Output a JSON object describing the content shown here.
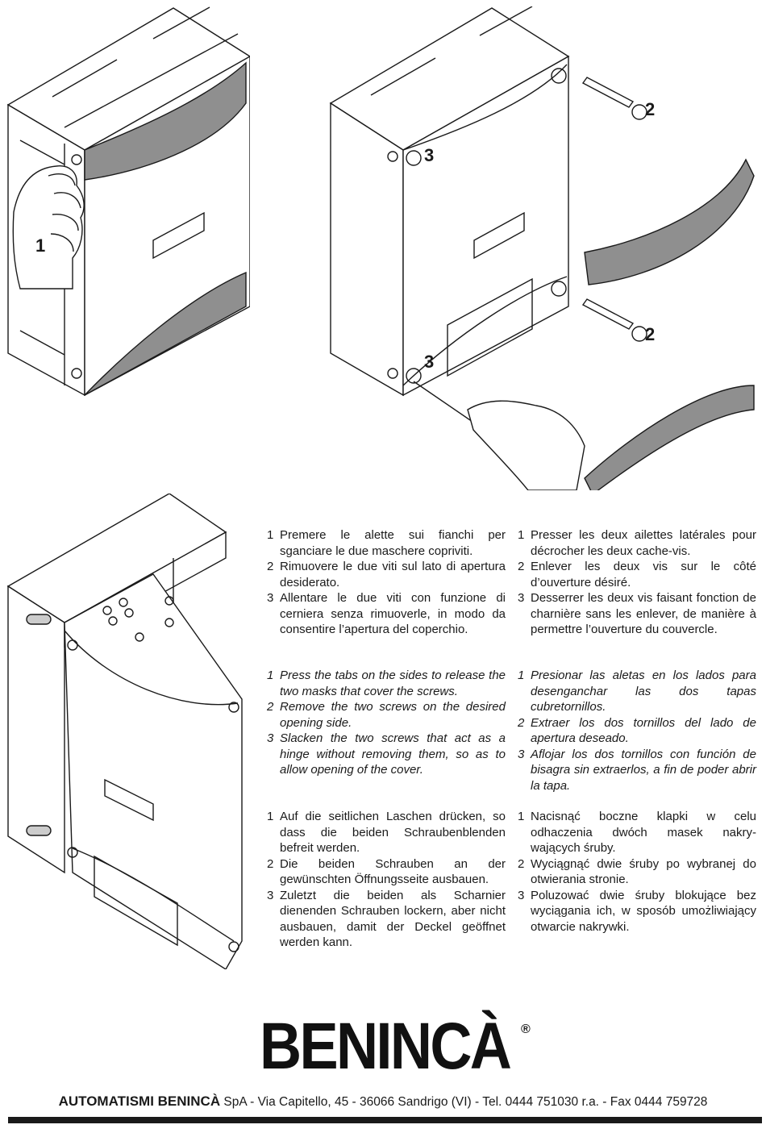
{
  "callouts": {
    "hand_tabs": "1",
    "screw_top": "2",
    "screw_bottom": "2",
    "hinge_top": "3",
    "hinge_bottom": "3"
  },
  "instructions": {
    "it": [
      {
        "n": "1",
        "text": "Premere le alette sui fianchi per sganciare le due maschere copriviti."
      },
      {
        "n": "2",
        "text": "Rimuovere le due viti sul lato di apertura desiderato."
      },
      {
        "n": "3",
        "text": "Allentare le due viti con funzione di cerniera senza rimuoverle, in modo da consentire l’apertura del coperchio."
      }
    ],
    "fr": [
      {
        "n": "1",
        "text": "Presser les deux ailettes latérales pour décrocher les deux cache-vis."
      },
      {
        "n": "2",
        "text": "Enlever les deux vis sur le côté d’ouverture désiré."
      },
      {
        "n": "3",
        "text": "Desserrer les deux vis faisant fonction de charnière sans les enlever, de manière à permettre l’ouverture du couvercle."
      }
    ],
    "en": [
      {
        "n": "1",
        "text": "Press the tabs on the sides to release the two masks that cover the screws."
      },
      {
        "n": "2",
        "text": "Remove the two screws on the desired opening side."
      },
      {
        "n": "3",
        "text": "Slacken the two screws that act as a hinge without removing them, so as to allow opening of the cover."
      }
    ],
    "es": [
      {
        "n": "1",
        "text": "Presionar las aletas en los lados para desenganchar las dos tapas cubretornillos."
      },
      {
        "n": "2",
        "text": "Extraer los dos tornillos del lado de apertura deseado."
      },
      {
        "n": "3",
        "text": "Aflojar los dos tornillos con función de bisagra sin extraerlos, a fin de poder abrir la tapa."
      }
    ],
    "de": [
      {
        "n": "1",
        "text": "Auf die seitlichen Laschen drücken, so dass die beiden Schraubenblenden befreit werden."
      },
      {
        "n": "2",
        "text": "Die beiden Schrauben an der gewünschten Öffnungsseite ausbauen."
      },
      {
        "n": "3",
        "text": "Zuletzt die beiden als Scharnier dienenden Schrauben lockern, aber nicht ausbauen, damit der Deckel geöffnet werden kann."
      }
    ],
    "pl": [
      {
        "n": "1",
        "text": "Nacisnąć boczne klapki w celu odhaczenia dwóch masek nakry-wających śruby."
      },
      {
        "n": "2",
        "text": "Wyciągnąć dwie śruby po wybranej do otwierania stronie."
      },
      {
        "n": "3",
        "text": "Poluzować dwie śruby blokujące bez wyciągania ich, w sposób umożliwiający otwarcie nakrywki."
      }
    ]
  },
  "brand": {
    "logo": "BENINCÀ",
    "registered": "®"
  },
  "footer": {
    "company": "AUTOMATISMI BENINCÀ",
    "rest": " SpA - Via Capitello, 45 - 36066 Sandrigo (VI) - Tel. 0444 751030 r.a. - Fax 0444 759728"
  },
  "colors": {
    "ink": "#1a1a1a",
    "mask_grey": "#8f8f8f",
    "paper": "#ffffff"
  }
}
